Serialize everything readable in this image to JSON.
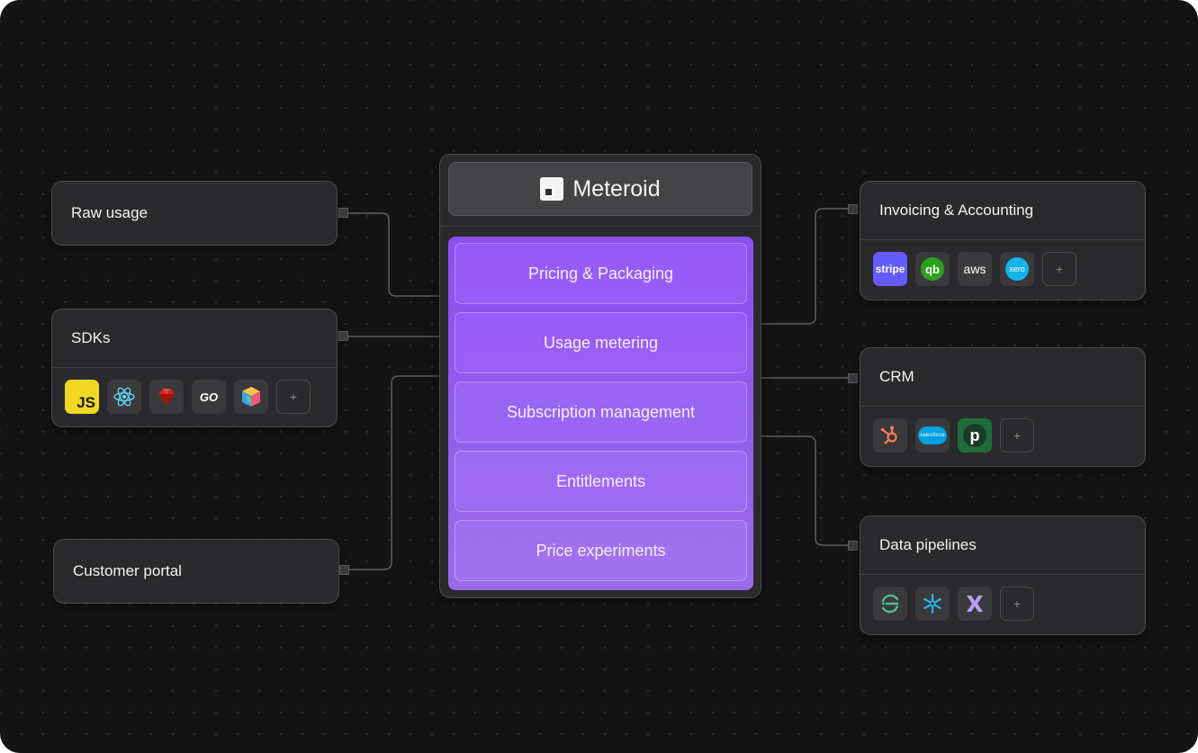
{
  "inputs": {
    "raw_usage": {
      "title": "Raw usage"
    },
    "sdks": {
      "title": "SDKs",
      "icons": [
        {
          "name": "javascript-icon",
          "label": "JS"
        },
        {
          "name": "react-icon",
          "label": ""
        },
        {
          "name": "ruby-icon",
          "label": ""
        },
        {
          "name": "go-icon",
          "label": "GO"
        },
        {
          "name": "python-cube-icon",
          "label": ""
        },
        {
          "name": "add-icon",
          "label": "+"
        }
      ]
    },
    "customer_portal": {
      "title": "Customer portal"
    }
  },
  "core": {
    "brand": "Meteroid",
    "features": [
      "Pricing & Packaging",
      "Usage metering",
      "Subscription management",
      "Entitlements",
      "Price experiments"
    ],
    "accent": "#8b4ff0"
  },
  "outputs": {
    "invoicing": {
      "title": "Invoicing & Accounting",
      "icons": [
        {
          "name": "stripe-icon",
          "label": "stripe"
        },
        {
          "name": "quickbooks-icon",
          "label": "qb"
        },
        {
          "name": "aws-icon",
          "label": "aws"
        },
        {
          "name": "xero-icon",
          "label": "xero"
        },
        {
          "name": "add-icon",
          "label": "+"
        }
      ]
    },
    "crm": {
      "title": "CRM",
      "icons": [
        {
          "name": "hubspot-icon",
          "label": ""
        },
        {
          "name": "salesforce-icon",
          "label": "salesforce"
        },
        {
          "name": "pipedrive-icon",
          "label": "p"
        },
        {
          "name": "add-icon",
          "label": "+"
        }
      ]
    },
    "data_pipelines": {
      "title": "Data pipelines",
      "icons": [
        {
          "name": "segment-icon",
          "label": ""
        },
        {
          "name": "snowflake-icon",
          "label": ""
        },
        {
          "name": "hightouch-icon",
          "label": ""
        },
        {
          "name": "add-icon",
          "label": "+"
        }
      ]
    }
  }
}
